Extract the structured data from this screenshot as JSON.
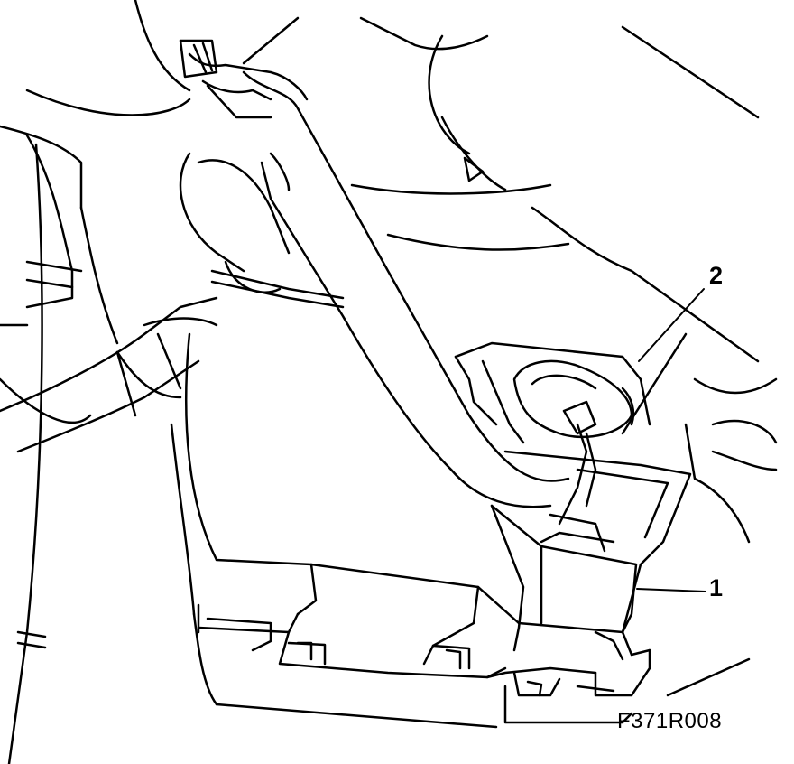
{
  "callouts": [
    {
      "label": "2",
      "component": "connector"
    },
    {
      "label": "1",
      "component": "control-module-bracket"
    }
  ],
  "figure_code": "F371R008",
  "colors": {
    "line": "#000000",
    "background": "#ffffff"
  }
}
